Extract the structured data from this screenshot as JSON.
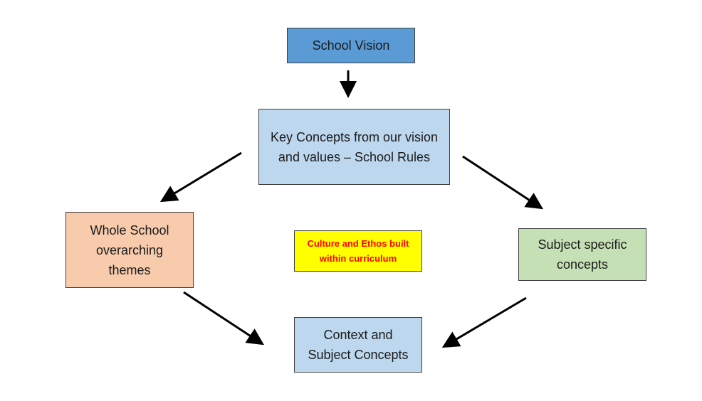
{
  "diagram": {
    "nodes": [
      {
        "id": "vision",
        "label": "School Vision",
        "fill": "#5B9BD5"
      },
      {
        "id": "key",
        "label": "Key Concepts from our vision and values – School Rules",
        "fill": "#BDD7EE"
      },
      {
        "id": "whole",
        "label": "Whole School overarching themes",
        "fill": "#F8CBAD"
      },
      {
        "id": "culture",
        "label": "Culture and Ethos built within curriculum",
        "fill": "#FFFF00",
        "text_color": "#FF0000"
      },
      {
        "id": "subject",
        "label": "Subject specific concepts",
        "fill": "#C5E0B4"
      },
      {
        "id": "context",
        "label": "Context and Subject Concepts",
        "fill": "#BDD7EE"
      }
    ],
    "edges": [
      {
        "from": "vision",
        "to": "key"
      },
      {
        "from": "key",
        "to": "whole"
      },
      {
        "from": "key",
        "to": "subject"
      },
      {
        "from": "whole",
        "to": "context"
      },
      {
        "from": "subject",
        "to": "context"
      }
    ],
    "arrow_color": "#000000"
  }
}
